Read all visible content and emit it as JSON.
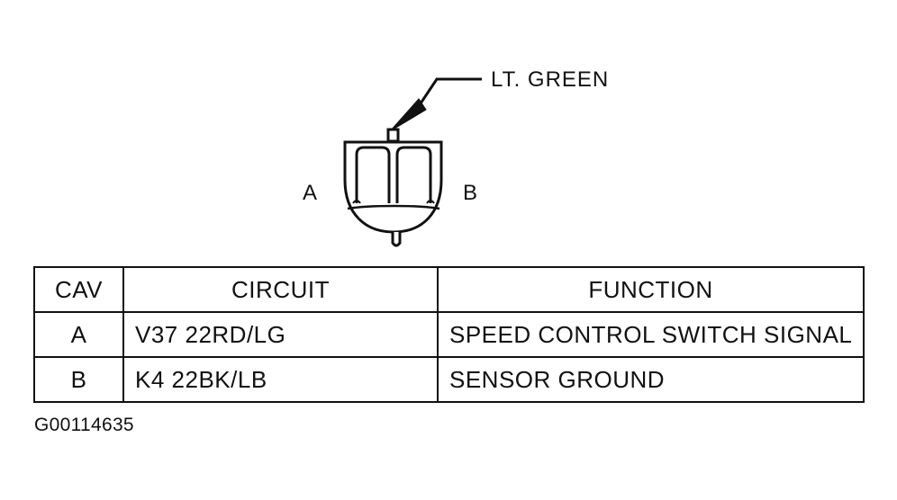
{
  "connector": {
    "wire_color_label": "LT. GREEN",
    "cavity_a_label": "A",
    "cavity_b_label": "B"
  },
  "table": {
    "headers": [
      "CAV",
      "CIRCUIT",
      "FUNCTION"
    ],
    "rows": [
      {
        "cav": "A",
        "circuit": "V37 22RD/LG",
        "function": "SPEED CONTROL SWITCH SIGNAL"
      },
      {
        "cav": "B",
        "circuit": "K4 22BK/LB",
        "function": "SENSOR GROUND"
      }
    ]
  },
  "figure_id": "G00114635"
}
